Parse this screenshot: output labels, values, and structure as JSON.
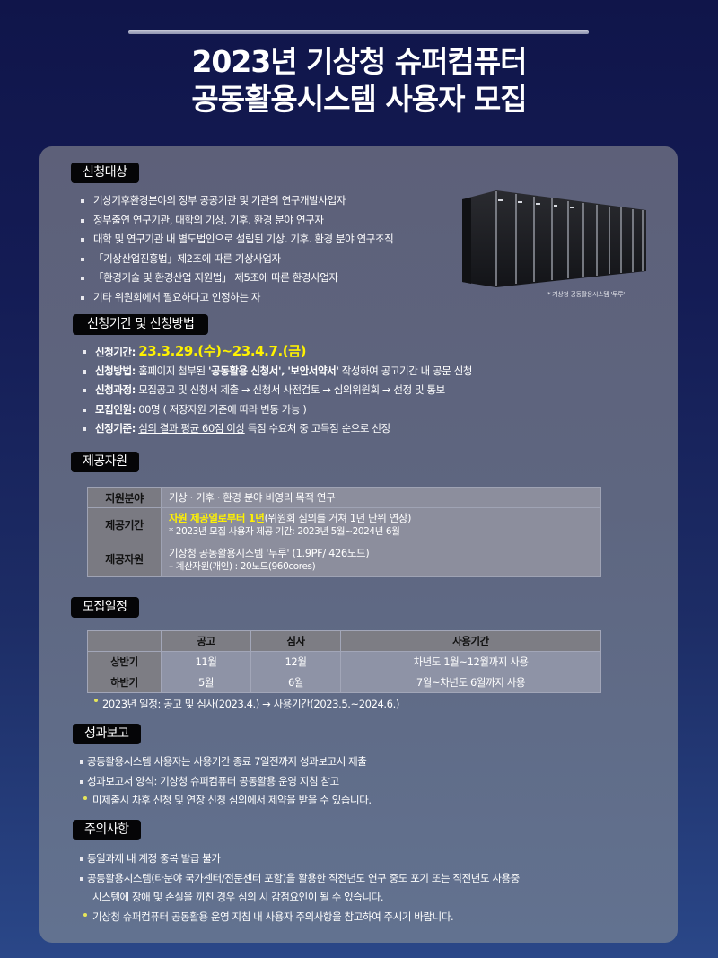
{
  "header": {
    "title_line1": "2023년 기상청 슈퍼컴퓨터",
    "title_line2": "공동활용시스템 사용자 모집"
  },
  "eligibility": {
    "label": "신청대상",
    "items": [
      "기상기후환경분야의 정부 공공기관 및 기관의 연구개발사업자",
      "정부출연 연구기관, 대학의 기상. 기후. 환경 분야 연구자",
      "대학 및 연구기관 내 별도법인으로 설립된 기상. 기후. 환경 분야 연구조직",
      "「기상산업진흥법」제2조에 따른 기상사업자",
      "「환경기술 및 환경산업 지원법」 제5조에 따른 환경사업자",
      "기타 위원회에서 필요하다고 인정하는 자"
    ],
    "image_caption": "* 기상청 공동활용시스템 '두루'"
  },
  "application": {
    "label": "신청기간 및 신청방법",
    "period_key": "신청기간:",
    "period_value": "23.3.29.(수)~23.4.7.(금)",
    "method_key": "신청방법:",
    "method_pre": "홈페이지 첨부된 ",
    "method_doc1": "'공동활용 신청서',",
    "method_doc2": "'보안서약서'",
    "method_post": " 작성하여 공고기간 내 공문 신청",
    "process_key": "신청과정:",
    "process_value": "모집공고 및 신청서 제출 → 신청서 사전검토 → 심의위원회 → 선정 및 통보",
    "headcount_key": "모집인원:",
    "headcount_value": "00명 ( 저장자원 기준에 따라 변동 가능 )",
    "criteria_key": "선정기준:",
    "criteria_underlined": "심의 결과 평균 60점 이상",
    "criteria_rest": " 득점 수요처 중 고득점 순으로 선정"
  },
  "resources": {
    "label": "제공자원",
    "rows": [
      {
        "header": "지원분야",
        "line1": "기상 · 기후  · 환경 분야 비영리 목적 연구"
      },
      {
        "header": "제공기간",
        "highlight": "자원 제공일로부터 1년",
        "line1_rest": "(위원회 심의를 거쳐 1년 단위 연장)",
        "line2": "* 2023년 모집 사용자 제공 기간: 2023년 5월~2024년 6월"
      },
      {
        "header": "제공자원",
        "line1": "기상청 공동활용시스템 '두루' (1.9PF/ 426노드)",
        "line2": "–   계산자원(개인) : 20노드(960cores)"
      }
    ]
  },
  "schedule": {
    "label": "모집일정",
    "columns": [
      "",
      "공고",
      "심사",
      "사용기간"
    ],
    "rows": [
      [
        "상반기",
        "11월",
        "12월",
        "차년도 1월~12월까지 사용"
      ],
      [
        "하반기",
        "5월",
        "6월",
        "7월~차년도 6월까지 사용"
      ]
    ],
    "note": "2023년 일정: 공고 및 심사(2023.4.) → 사용기간(2023.5.~2024.6.)"
  },
  "report": {
    "label": "성과보고",
    "items": [
      "공동활용시스템 사용자는 사용기간 종료 7일전까지 성과보고서 제출",
      "성과보고서 양식: 기상청 슈퍼컴퓨터 공동활용 운영 지침 참고"
    ],
    "note": "미제출시 차후 신청 및 연장 신청 심의에서 제약을 받을 수 있습니다."
  },
  "cautions": {
    "label": "주의사항",
    "items": [
      "동일과제 내 계정 중복 발급 불가",
      "공동활용시스템(타분야 국가센터/전문센터 포함)을 활용한 직전년도 연구 중도 포기 또는 직전년도 사용중"
    ],
    "continuation": "시스템에 장애 및 손실을 끼친 경우 심의 시 감점요인이 될 수 있습니다.",
    "note": "기상청 슈퍼컴퓨터 공동활용 운영 지침 내 사용자 주의사항을 참고하여 주시기 바랍니다."
  },
  "colors": {
    "background_top": "#10154a",
    "background_bottom": "#2a4788",
    "panel": "#5e6680",
    "highlight": "#fff200",
    "label_bg": "#050507"
  }
}
